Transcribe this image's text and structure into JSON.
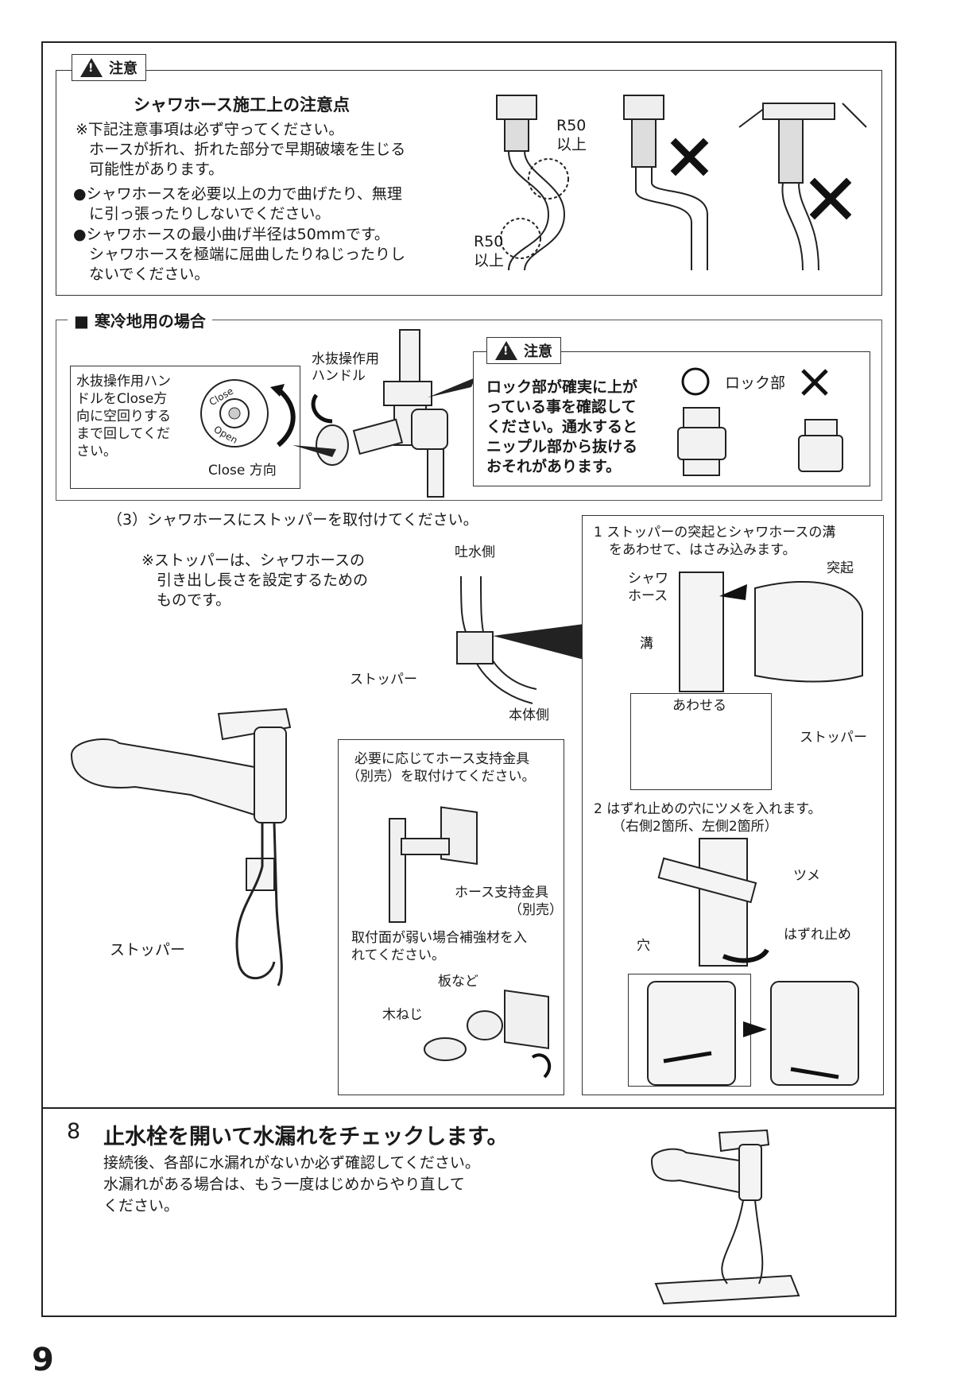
{
  "caution_top": {
    "tag": "注意",
    "title": "シャワホース施工上の注意点",
    "lines": [
      "※下記注意事項は必ず守ってください。",
      "ホースが折れ、折れた部分で早期破壊を生じる",
      "可能性があります。",
      "●シャワホースを必要以上の力で曲げたり、無理",
      "に引っ張ったりしないでください。",
      "●シャワホースの最小曲げ半径は50mmです。",
      "シャワホースを極端に屈曲したりねじったりし",
      "ないでください。"
    ],
    "r50_a": [
      "R50",
      "以上"
    ],
    "r50_b": [
      "R50",
      "以上"
    ]
  },
  "cold": {
    "heading": "■ 寒冷地用の場合",
    "handle_box_lines": [
      "水抜操作用ハン",
      "ドルをClose方",
      "向に空回りする",
      "まで回してくだ",
      "さい。"
    ],
    "dial_close": "Close",
    "dial_open": "Open",
    "close_dir": "Close 方向",
    "handle_label": [
      "水抜操作用",
      "ハンドル"
    ],
    "caution_tag": "注意",
    "caution_lines": [
      "ロック部が確実に上が",
      "っている事を確認して",
      "ください。通水すると",
      "ニップル部から抜ける",
      "おそれがあります。"
    ],
    "lock_label": "ロック部"
  },
  "step3": {
    "title": "（3）シャワホースにストッパーを取付けてください。",
    "note": [
      "※ストッパーは、シャワホースの",
      "引き出し長さを設定するための",
      "ものです。"
    ],
    "outlet_side": "吐水側",
    "stopper": "ストッパー",
    "body_side": "本体側",
    "stopper2": "ストッパー",
    "bracket_box": {
      "lines": [
        "必要に応じてホース支持金具",
        "（別売）を取付けてください。"
      ],
      "bracket_label": [
        "ホース支持金具",
        "（別売）"
      ],
      "weak_lines": [
        "取付面が弱い場合補強材を入",
        "れてください。"
      ],
      "plate": "板など",
      "screw": "木ねじ"
    },
    "right_box": {
      "step1": [
        "1 ストッパーの突起とシャワホースの溝",
        "をあわせて、はさみ込みます。"
      ],
      "shower_hose": [
        "シャワ",
        "ホース"
      ],
      "protrusion": "突起",
      "groove": "溝",
      "align": "あわせる",
      "stopper": "ストッパー",
      "step2": [
        "2 はずれ止めの穴にツメを入れます。",
        "（右側2箇所、左側2箇所）"
      ],
      "claw": "ツメ",
      "hole": "穴",
      "lock": "はずれ止め"
    }
  },
  "step8": {
    "number": "8",
    "title": "止水栓を開いて水漏れをチェックします。",
    "lines": [
      "接続後、各部に水漏れがないか必ず確認してください。",
      "水漏れがある場合は、もう一度はじめからやり直して",
      "ください。"
    ]
  },
  "page_number": "9"
}
